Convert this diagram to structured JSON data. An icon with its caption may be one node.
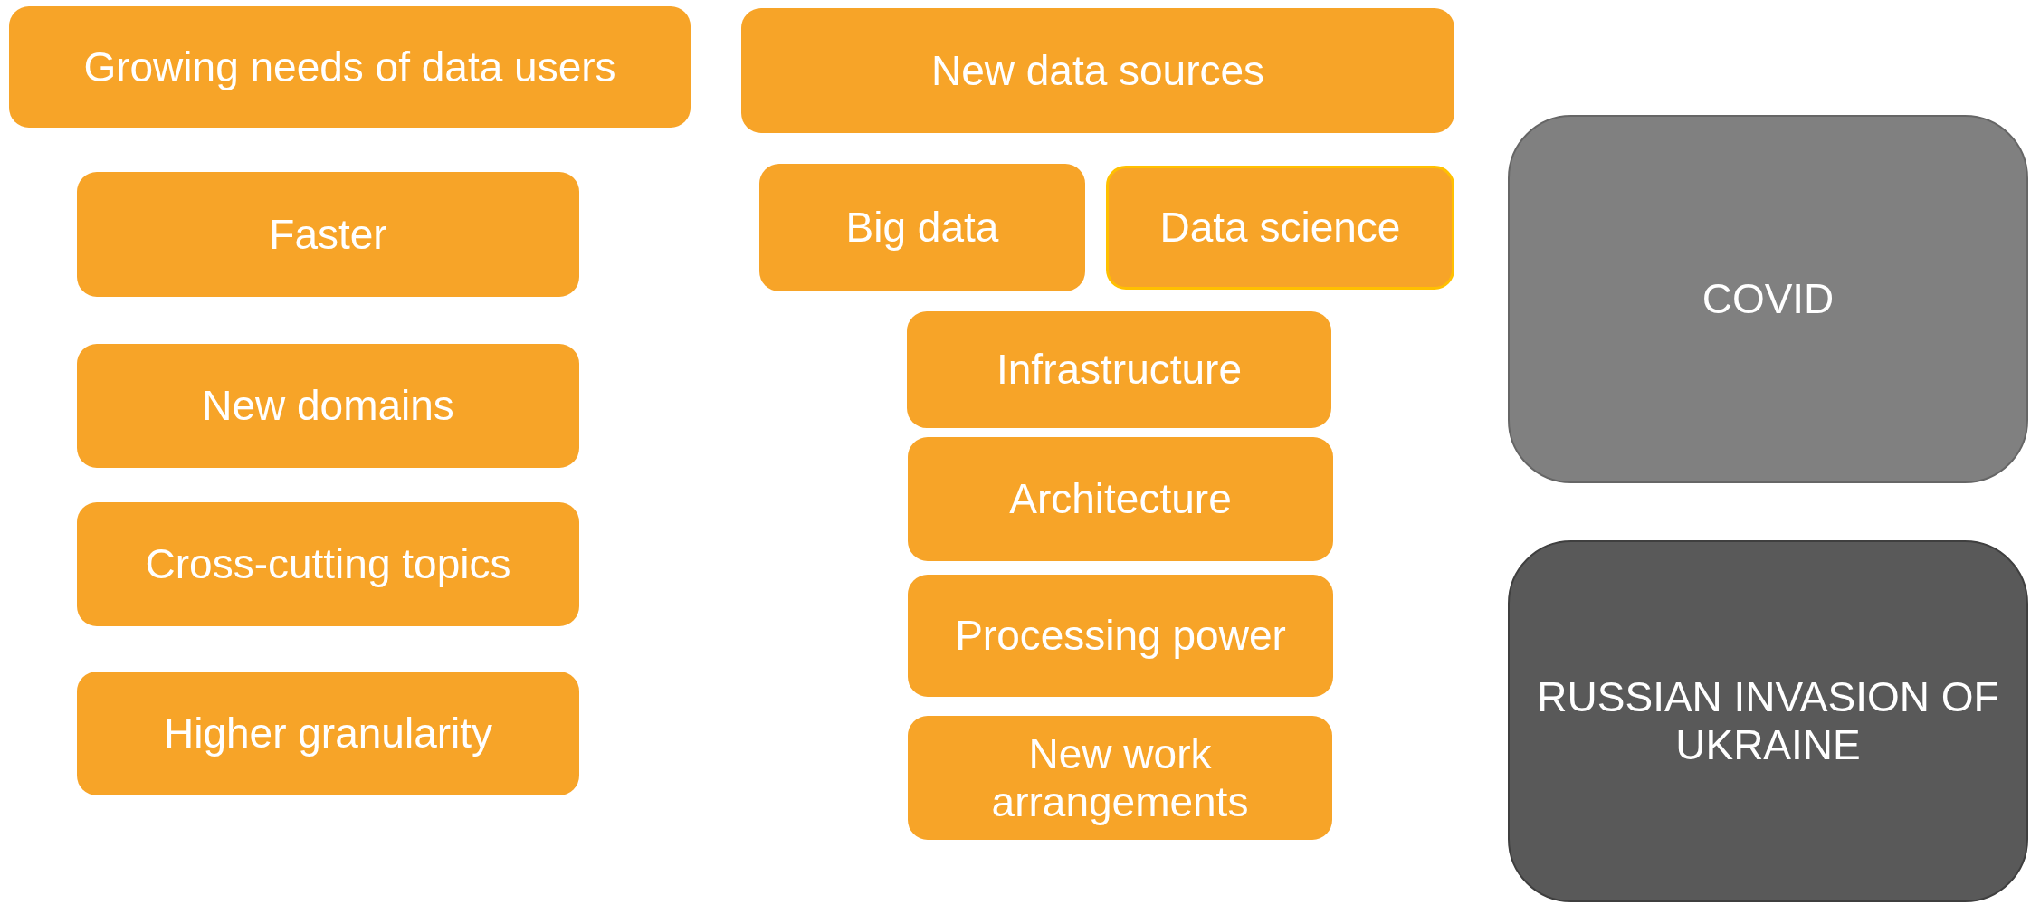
{
  "diagram": {
    "nodes": [
      {
        "text": [
          "Growing needs of data users"
        ]
      },
      {
        "text": [
          "Faster"
        ]
      },
      {
        "text": [
          "New domains"
        ]
      },
      {
        "text": [
          "Cross-cutting topics"
        ]
      },
      {
        "text": [
          "Higher granularity"
        ]
      },
      {
        "text": [
          "New data sources"
        ]
      },
      {
        "text": [
          "Big data"
        ]
      },
      {
        "text": [
          "Data science"
        ]
      },
      {
        "text": [
          "Infrastructure"
        ]
      },
      {
        "text": [
          "Architecture"
        ]
      },
      {
        "text": [
          "Processing power"
        ]
      },
      {
        "text": [
          "New work arrangements"
        ]
      },
      {
        "text": [
          "COVID"
        ]
      },
      {
        "text": [
          "RUSSIAN INVASION OF UKRAINE"
        ]
      }
    ]
  }
}
